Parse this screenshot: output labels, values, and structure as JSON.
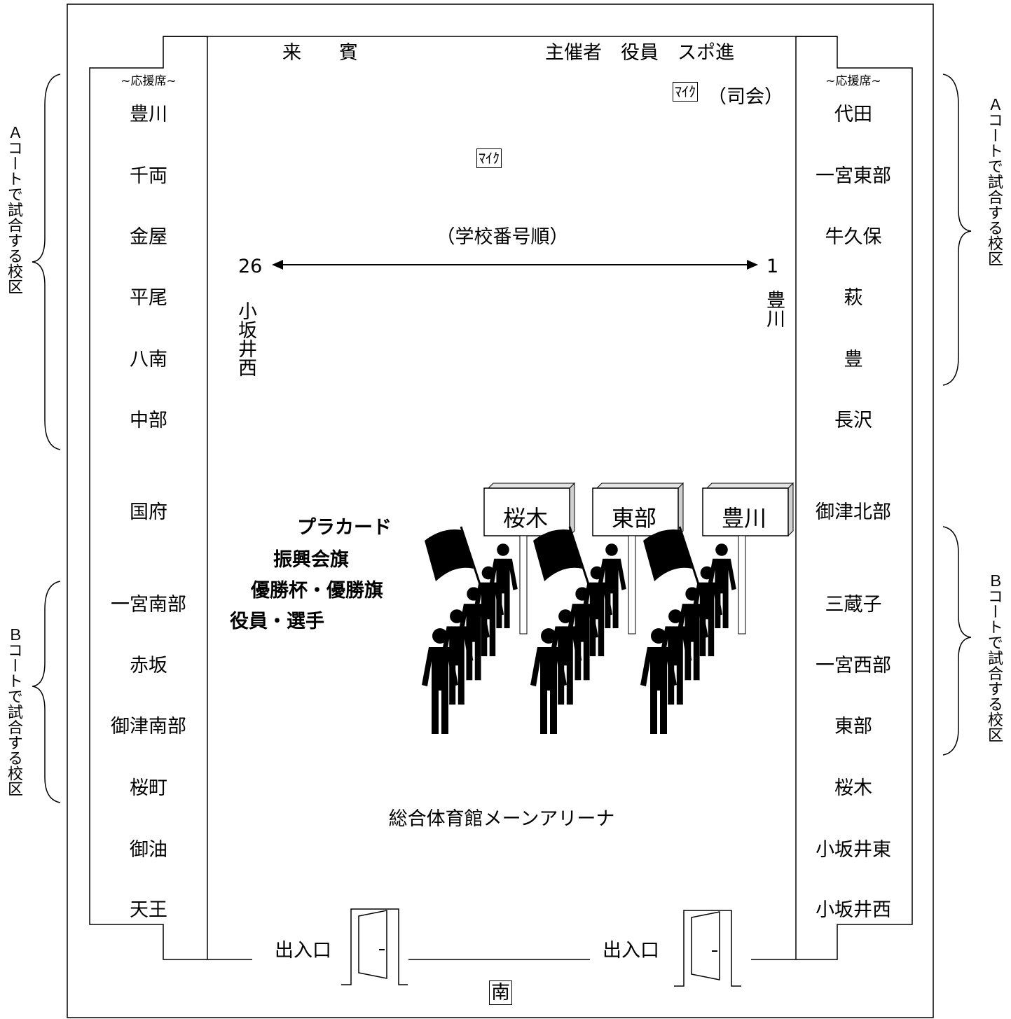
{
  "header": {
    "guests": "来　　賓",
    "officials": "主催者　役員　スポ進",
    "mic_top_right": "ﾏｲｸ",
    "mc": "（司会）",
    "mic_center": "ﾏｲｸ",
    "order_note": "（学校番号順）",
    "arrow_left_num": "26",
    "arrow_right_num": "1",
    "left_school_vertical": "小坂井西",
    "right_school_vertical": "豊川"
  },
  "left_stand": {
    "heading": "~応援席~",
    "schools": [
      "豊川",
      "千両",
      "金屋",
      "平尾",
      "八南",
      "中部",
      "国府",
      "一宮南部",
      "赤坂",
      "御津南部",
      "桜町",
      "御油",
      "天王"
    ]
  },
  "right_stand": {
    "heading": "~応援席~",
    "schools": [
      "代田",
      "一宮東部",
      "牛久保",
      "萩",
      "豊",
      "長沢",
      "御津北部",
      "三蔵子",
      "一宮西部",
      "東部",
      "桜木",
      "小坂井東",
      "小坂井西"
    ]
  },
  "court_labels": {
    "left_a": "Ａコートで試合する校区",
    "left_b": "Ｂコートで試合する校区",
    "right_a": "Ａコートで試合する校区",
    "right_b": "Ｂコートで試合する校区"
  },
  "procession": {
    "order_lines": [
      "プラカード",
      "振興会旗",
      "優勝杯・優勝旗",
      "役員・選手"
    ],
    "placards": [
      "桜木",
      "東部",
      "豊川"
    ]
  },
  "arena_label": "総合体育館メーンアリーナ",
  "entrances": [
    "出入口",
    "出入口"
  ],
  "south": "南"
}
